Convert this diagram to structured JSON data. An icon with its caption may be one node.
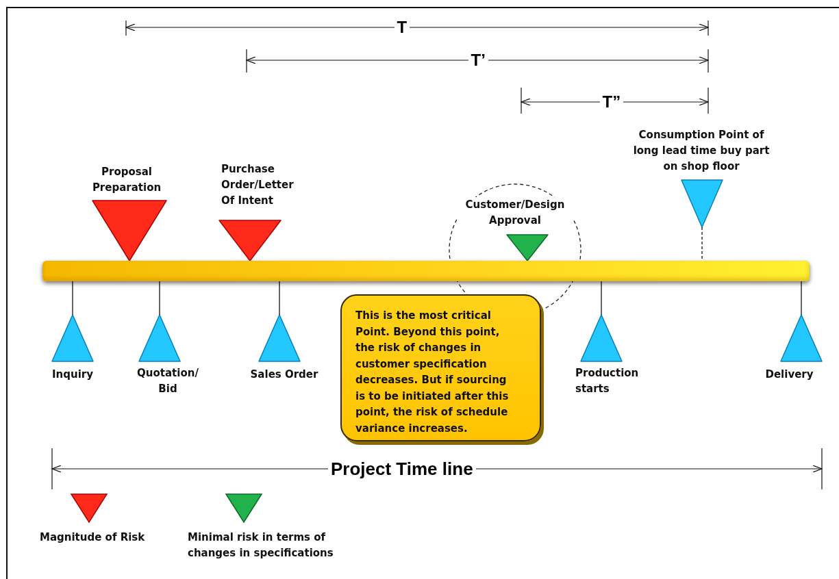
{
  "diagram": {
    "nodes": [
      {
        "text": [],
        "shape": "bar"
      },
      {
        "text": [
          "Proposal Preparation"
        ]
      },
      {
        "text": [
          "Purchase Order/Letter Of Intent"
        ]
      },
      {
        "text": [],
        "shape": "circle"
      },
      {
        "text": [
          "Customer/Design Approval"
        ],
        "in": 3
      },
      {
        "text": [
          "Consumption Point of long lead time buy part on shop floor"
        ]
      },
      {
        "text": [
          "Inquiry"
        ]
      },
      {
        "text": [
          "Quotation/ Bid"
        ]
      },
      {
        "text": [
          "Sales Order"
        ]
      },
      {
        "text": [
          "This is the most critical Point. Beyond this point, the risk of changes in customer specification decreases. But if sourcing is to be initiated after this point, the risk of schedule variance increases."
        ]
      },
      {
        "text": [
          "Production starts"
        ]
      },
      {
        "text": [
          "Delivery"
        ]
      }
    ],
    "edges": [
      {
        "from": 0,
        "to": 6,
        "arrow": "none"
      },
      {
        "from": 0,
        "to": 7,
        "arrow": "none"
      },
      {
        "from": 0,
        "to": 8,
        "arrow": "none"
      },
      {
        "from": 0,
        "to": 10,
        "arrow": "none"
      },
      {
        "from": 0,
        "to": 11,
        "arrow": "none"
      },
      {
        "from": 5,
        "to": 0,
        "arrow": "none",
        "style": "dashed"
      }
    ],
    "labels": [
      "T",
      "T’",
      "T”",
      "Project Time line"
    ],
    "legend": [
      {
        "text": "Magnitude of Risk"
      },
      {
        "text": "Minimal risk in terms of changes in specifications"
      }
    ]
  }
}
